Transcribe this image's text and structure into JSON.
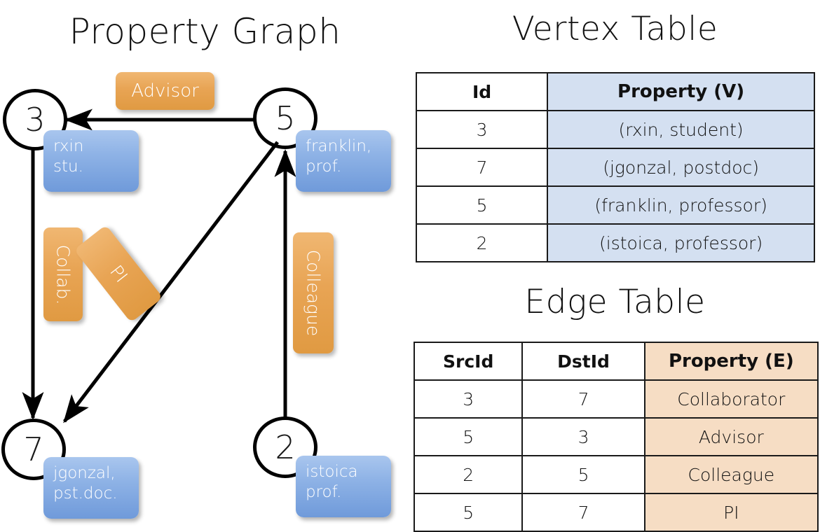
{
  "titles": {
    "property_graph": "Property Graph",
    "vertex_table": "Vertex Table",
    "edge_table": "Edge Table"
  },
  "graph": {
    "nodes": [
      {
        "id": "3",
        "property_line1": "rxin",
        "property_line2": "stu."
      },
      {
        "id": "5",
        "property_line1": "franklin,",
        "property_line2": "prof."
      },
      {
        "id": "7",
        "property_line1": "jgonzal,",
        "property_line2": "pst.doc."
      },
      {
        "id": "2",
        "property_line1": "istoica",
        "property_line2": "prof."
      }
    ],
    "edge_labels": {
      "advisor": "Advisor",
      "collab": "Collab.",
      "pi": "PI",
      "colleague": "Colleague"
    },
    "edges": [
      {
        "from": "5",
        "to": "3",
        "label": "Advisor"
      },
      {
        "from": "3",
        "to": "7",
        "label": "Collab."
      },
      {
        "from": "5",
        "to": "7",
        "label": "PI"
      },
      {
        "from": "2",
        "to": "5",
        "label": "Colleague"
      }
    ]
  },
  "vertex_table": {
    "headers": [
      "Id",
      "Property (V)"
    ],
    "rows": [
      {
        "id": "3",
        "property": "(rxin, student)"
      },
      {
        "id": "7",
        "property": "(jgonzal, postdoc)"
      },
      {
        "id": "5",
        "property": "(franklin, professor)"
      },
      {
        "id": "2",
        "property": "(istoica, professor)"
      }
    ]
  },
  "edge_table": {
    "headers": [
      "SrcId",
      "DstId",
      "Property (E)"
    ],
    "rows": [
      {
        "src": "3",
        "dst": "7",
        "property": "Collaborator"
      },
      {
        "src": "5",
        "dst": "3",
        "property": "Advisor"
      },
      {
        "src": "2",
        "dst": "5",
        "property": "Colleague"
      },
      {
        "src": "5",
        "dst": "7",
        "property": "PI"
      }
    ]
  },
  "colors": {
    "node_property_blue": "#7ba3df",
    "edge_label_orange": "#e8a454",
    "vertex_table_fill": "#d4e0f1",
    "edge_table_fill": "#f6ddc4",
    "stroke": "#000000",
    "background": "#ffffff"
  }
}
